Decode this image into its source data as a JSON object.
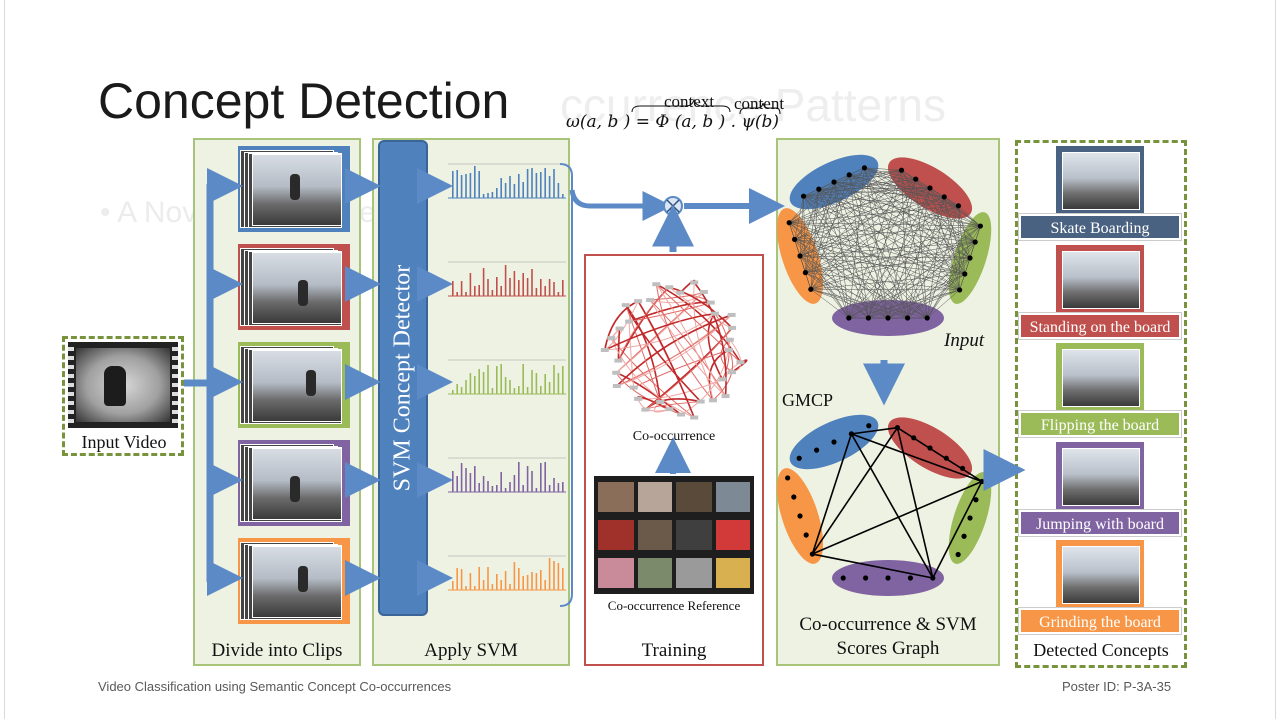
{
  "slide": {
    "title": "Concept Detection",
    "ghost_title": "ccurrence Patterns",
    "ghost_bullet": "• A Novel  ...  Representation"
  },
  "formula": {
    "lhs": "ω(a, b ) = ",
    "context_label": "context",
    "content_label": "content",
    "phi_term": "Φ (a, b )",
    "dot": " . ",
    "psi_term": "ψ(b)"
  },
  "input": {
    "caption": "Input Video"
  },
  "clips_panel": {
    "caption": "Divide into Clips"
  },
  "svm_panel": {
    "caption": "Apply SVM",
    "detector_label": "SVM Concept Detector"
  },
  "training_panel": {
    "caption": "Training",
    "cooccurrence_label": "Co-occurrence",
    "reference_label": "Co-occurrence Reference"
  },
  "graph_panel": {
    "caption_line1": "Co-occurrence & SVM",
    "caption_line2": "Scores Graph",
    "input_label": "Input",
    "gmcp_label": "GMCP"
  },
  "detected_panel": {
    "caption": "Detected Concepts",
    "concepts": [
      {
        "label": "Skate Boarding",
        "color": "#4a6281"
      },
      {
        "label": "Standing on the board",
        "color": "#c0504d"
      },
      {
        "label": "Flipping the board",
        "color": "#9bbb59"
      },
      {
        "label": "Jumping with board",
        "color": "#8064a2"
      },
      {
        "label": "Grinding the board",
        "color": "#f79646"
      }
    ]
  },
  "colors": {
    "blue": "#4f81bd",
    "red": "#c0504d",
    "green": "#9bbb59",
    "purple": "#8064a2",
    "orange": "#f79646",
    "arrow": "#5b8ac6",
    "panel_green": "#a8c47a"
  },
  "footer": {
    "left": "Video Classification using Semantic Concept Co-occurrences",
    "right": "Poster ID: P-3A-35"
  }
}
